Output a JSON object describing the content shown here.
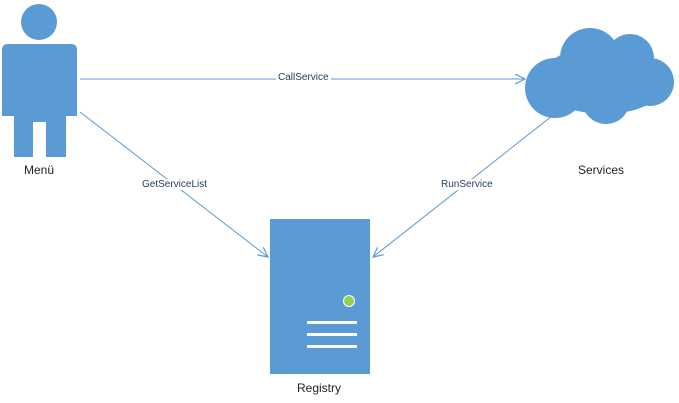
{
  "colors": {
    "shape": "#5B9BD5",
    "line": "#5B9BD5",
    "status_dot": "#92D050"
  },
  "nodes": {
    "menu": {
      "label": "Menü",
      "icon": "person-icon"
    },
    "services": {
      "label": "Services",
      "icon": "cloud-icon"
    },
    "registry": {
      "label": "Registry",
      "icon": "server-icon"
    }
  },
  "edges": {
    "call_service": {
      "label": "CallService",
      "from": "Menü",
      "to": "Services"
    },
    "get_service_list": {
      "label": "GetServiceList",
      "from": "Menü",
      "to": "Registry"
    },
    "run_service": {
      "label": "RunService",
      "from": "Services",
      "to": "Registry"
    }
  }
}
